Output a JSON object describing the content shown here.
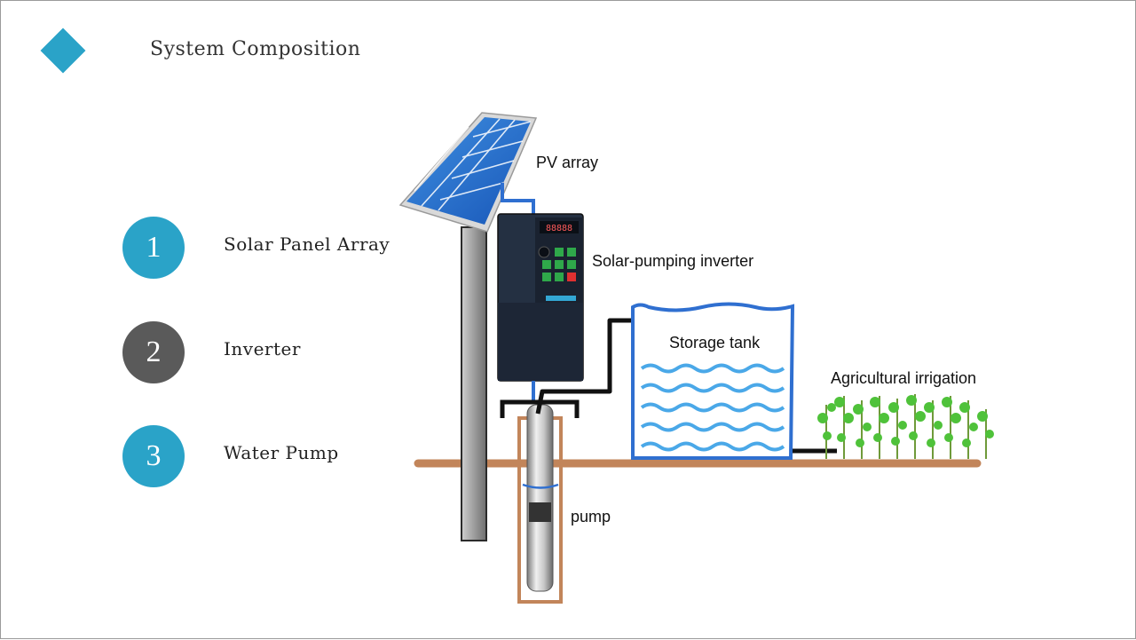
{
  "header": {
    "title": "System Composition",
    "accent_color": "#2aa3c8"
  },
  "components": [
    {
      "number": "1",
      "label": "Solar Panel Array",
      "color": "#2aa3c8"
    },
    {
      "number": "2",
      "label": "Inverter",
      "color": "#5a5a5a"
    },
    {
      "number": "3",
      "label": "Water Pump",
      "color": "#2aa3c8"
    }
  ],
  "diagram": {
    "pv_label": "PV array",
    "inverter_label": "Solar-pumping inverter",
    "tank_label": "Storage tank",
    "irrigation_label": "Agricultural irrigation",
    "pump_label": "pump",
    "inverter_display": "88888"
  }
}
